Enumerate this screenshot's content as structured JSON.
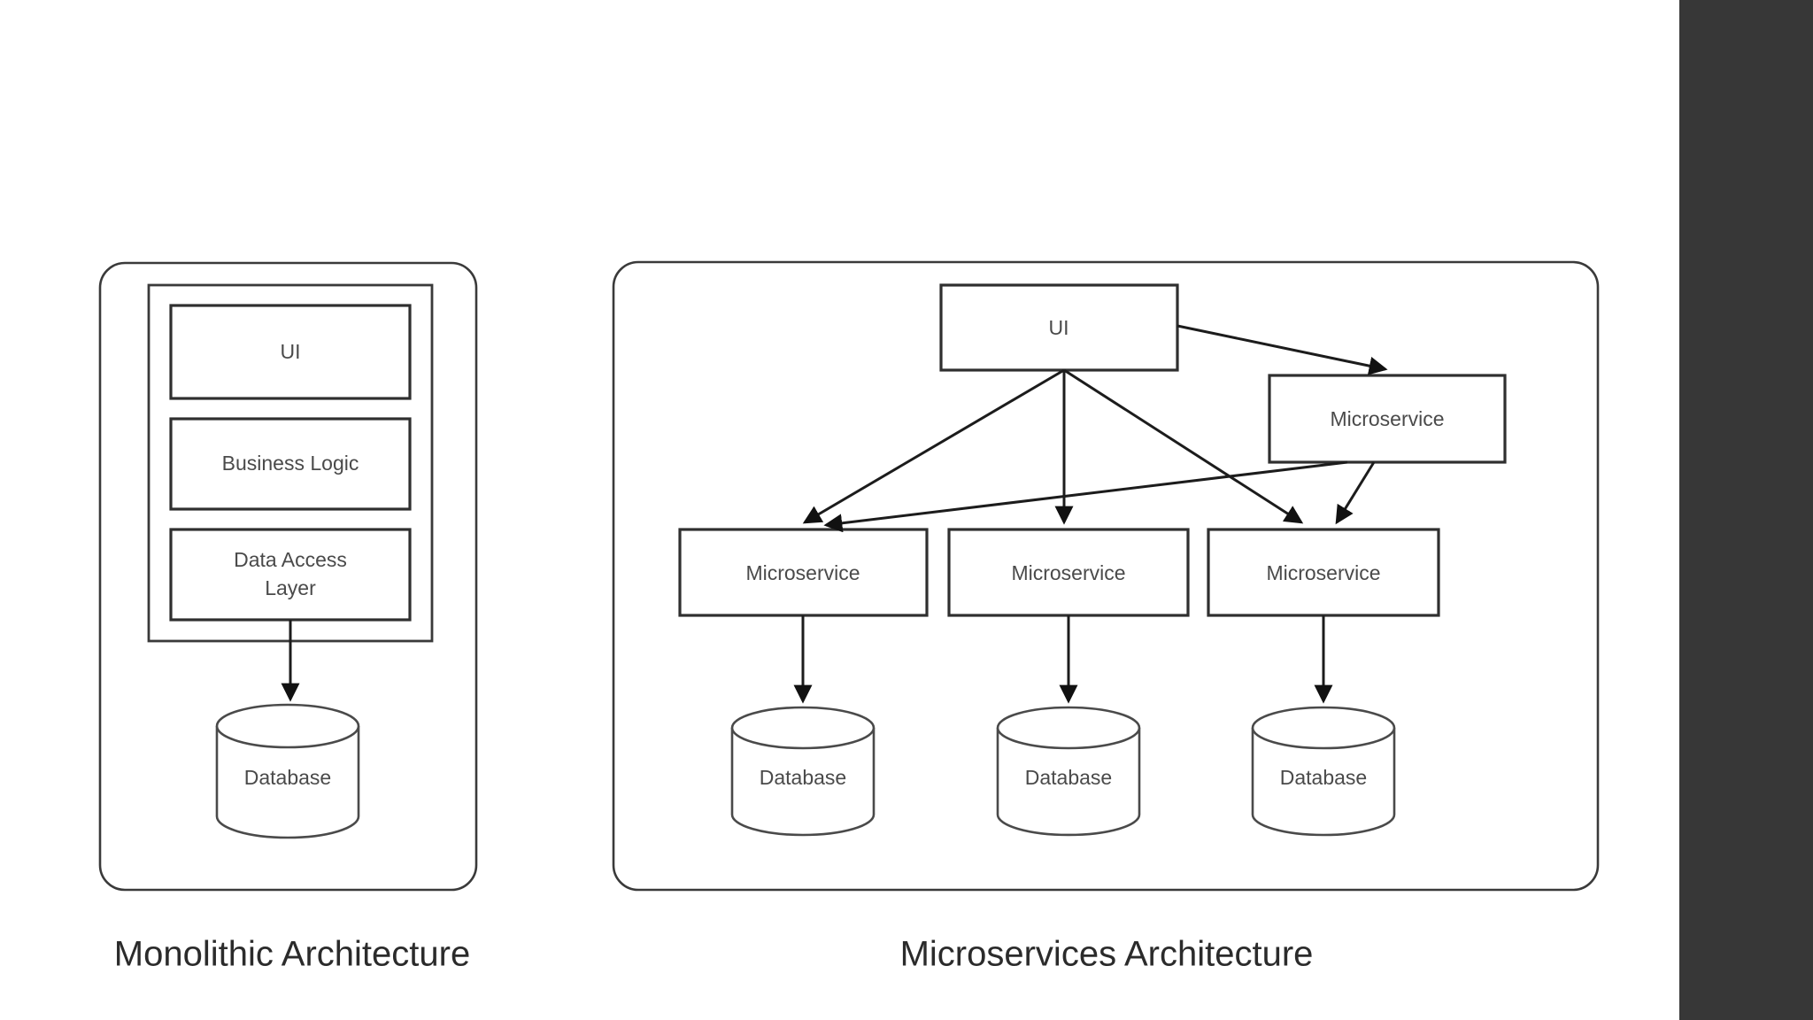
{
  "page": {
    "background": "#ffffff",
    "sidebar_strip_color": "#373737"
  },
  "monolithic": {
    "caption": "Monolithic Architecture",
    "layers": [
      {
        "label": "UI"
      },
      {
        "label": "Business Logic"
      },
      {
        "label": "Data Access\nLayer"
      },
      {
        "label_line1": "Data Access",
        "label_line2": "Layer"
      }
    ],
    "ui_label": "UI",
    "business_logic_label": "Business Logic",
    "data_access_line1": "Data Access",
    "data_access_line2": "Layer",
    "database_label": "Database"
  },
  "microservices": {
    "caption": "Microservices Architecture",
    "ui_label": "UI",
    "service_right_label": "Microservice",
    "service_1_label": "Microservice",
    "service_2_label": "Microservice",
    "service_3_label": "Microservice",
    "database_1_label": "Database",
    "database_2_label": "Database",
    "database_3_label": "Database"
  }
}
